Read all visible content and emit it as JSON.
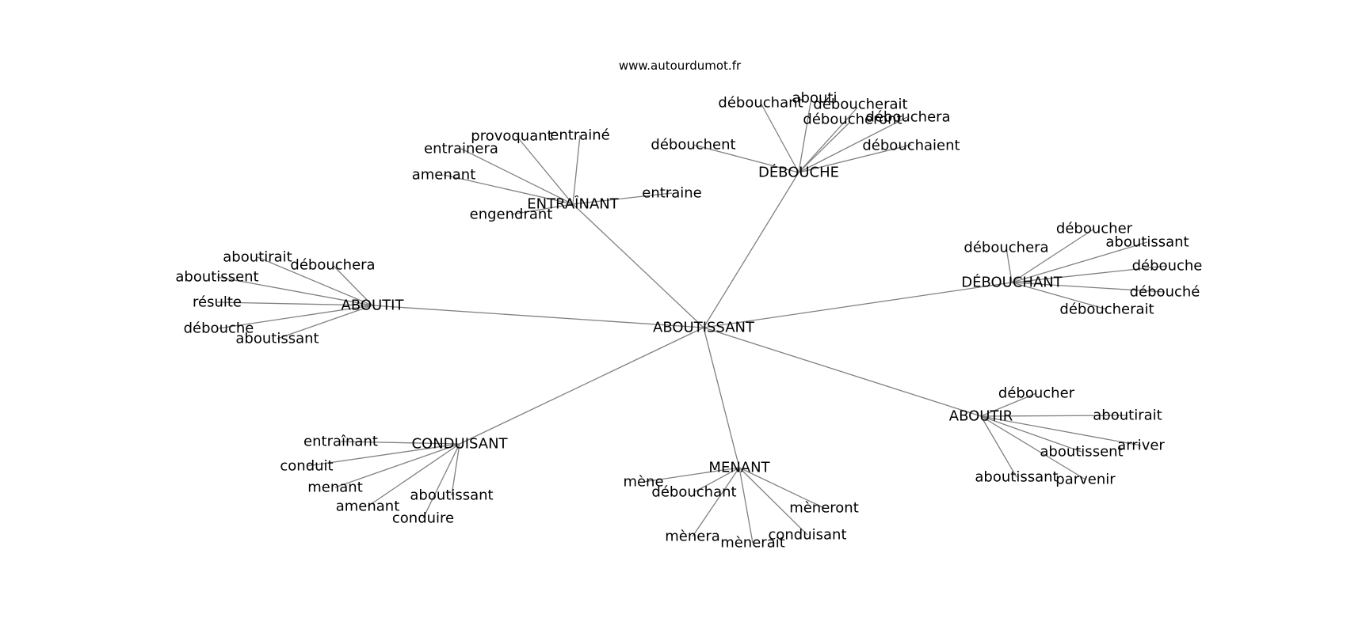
{
  "watermark": "www.autourdumot.fr",
  "graph": {
    "center": "ABOUTISSANT",
    "hubs": [
      {
        "name": "DÉBOUCHE",
        "leaves": [
          "débouchant",
          "abouti",
          "déboucherait",
          "déboucheront",
          "débouchera",
          "débouchent",
          "débouchaient"
        ]
      },
      {
        "name": "ENTRAÎNANT",
        "leaves": [
          "provoquant",
          "entrainé",
          "entrainera",
          "amenant",
          "entraine",
          "engendrant"
        ]
      },
      {
        "name": "DÉBOUCHANT",
        "leaves": [
          "déboucher",
          "débouchera",
          "aboutissant",
          "débouche",
          "débouché",
          "déboucherait"
        ]
      },
      {
        "name": "ABOUTIT",
        "leaves": [
          "aboutirait",
          "débouchera",
          "aboutissent",
          "résulte",
          "débouche",
          "aboutissant"
        ]
      },
      {
        "name": "ABOUTIR",
        "leaves": [
          "déboucher",
          "aboutirait",
          "arriver",
          "aboutissent",
          "aboutissant",
          "parvenir"
        ]
      },
      {
        "name": "CONDUISANT",
        "leaves": [
          "entraînant",
          "conduit",
          "menant",
          "amenant",
          "aboutissant",
          "conduire"
        ]
      },
      {
        "name": "MENANT",
        "leaves": [
          "mène",
          "débouchant",
          "mèneront",
          "mènera",
          "mènerait",
          "conduisant"
        ]
      }
    ]
  }
}
